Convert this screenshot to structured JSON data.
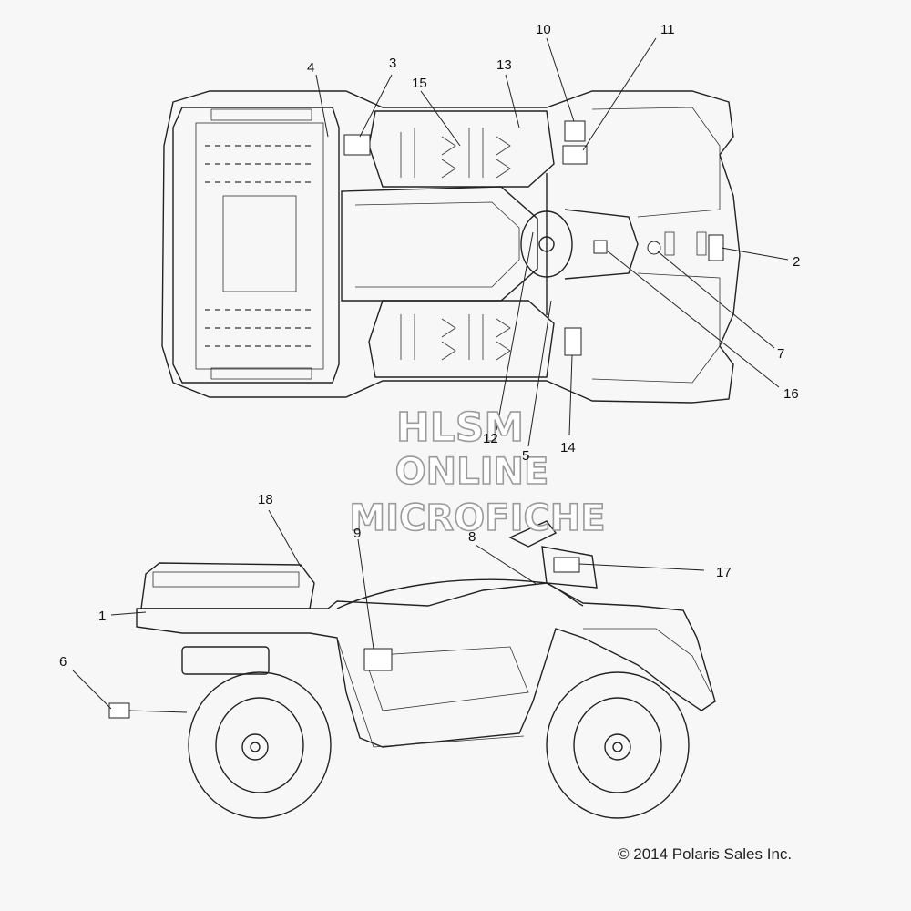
{
  "watermark": {
    "line1": "HLSM",
    "line2": "ONLINE",
    "line3": "MICROFICHE"
  },
  "copyright": "© 2014 Polaris Sales Inc.",
  "callouts": {
    "c1": "1",
    "c2": "2",
    "c3": "3",
    "c4": "4",
    "c5": "5",
    "c6": "6",
    "c7": "7",
    "c8": "8",
    "c9": "9",
    "c10": "10",
    "c11": "11",
    "c12": "12",
    "c13": "13",
    "c14": "14",
    "c15": "15",
    "c16": "16",
    "c17": "17",
    "c18": "18"
  }
}
